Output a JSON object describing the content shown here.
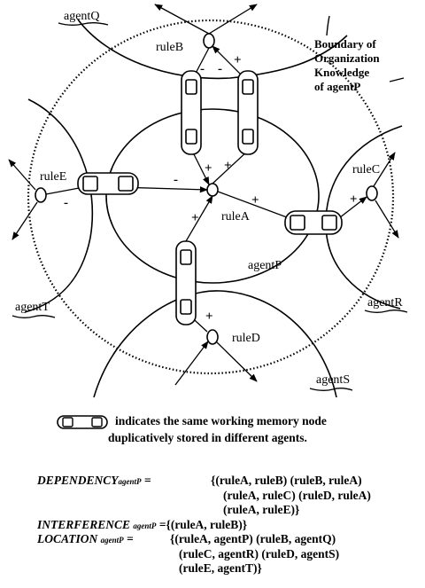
{
  "diagram": {
    "boundary_label": [
      "Boundary of",
      "Organization",
      "Knowledge",
      "of agentP"
    ],
    "agents": [
      "agentQ",
      "agentT",
      "agentP",
      "agentR",
      "agentS"
    ],
    "rules": [
      "ruleB",
      "ruleE",
      "ruleA",
      "ruleC",
      "ruleD"
    ],
    "signs": {
      "minus": "-",
      "plus": "+"
    }
  },
  "legend": {
    "line1": "indicates the same working memory node",
    "line2": "duplicatively stored in different agents."
  },
  "definitions": {
    "dependency": {
      "name": "DEPENDENCY",
      "subscript": "agentP",
      "equals": "=",
      "lines": [
        "{(ruleA, ruleB) (ruleB, ruleA)",
        "(ruleA, ruleC) (ruleD, ruleA)",
        "(ruleA, ruleE)}"
      ]
    },
    "interference": {
      "name": "INTERFERENCE",
      "subscript": "agentP",
      "equals": "=",
      "lines": [
        "{(ruleA, ruleB)}"
      ]
    },
    "location": {
      "name": "LOCATION",
      "subscript": "agentP",
      "equals": "=",
      "lines": [
        "{(ruleA, agentP) (ruleB, agentQ)",
        "(ruleC, agentR) (ruleD, agentS)",
        "(ruleE, agentT)}"
      ]
    }
  }
}
